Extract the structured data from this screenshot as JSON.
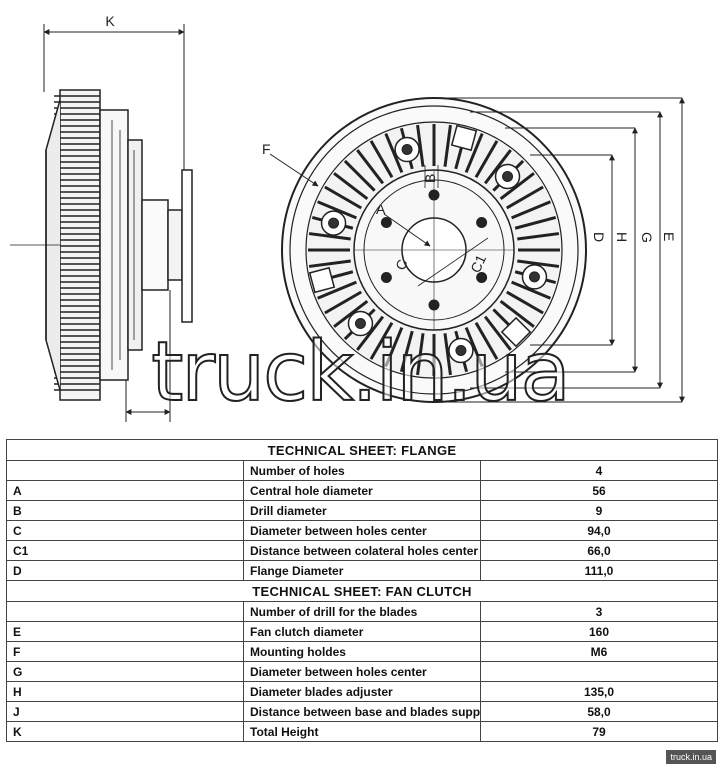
{
  "watermark": "truck.in.ua",
  "credit": "truck.in.ua",
  "drawing": {
    "dim_labels": {
      "k": "K",
      "f": "F",
      "a": "A",
      "b": "B",
      "c": "C",
      "c1": "C1",
      "d": "D",
      "h": "H",
      "g": "G",
      "e": "E"
    }
  },
  "flange": {
    "title": "TECHNICAL SHEET: FLANGE",
    "rows": [
      {
        "code": "",
        "description": "Number of holes",
        "value": "4"
      },
      {
        "code": "A",
        "description": "Central hole diameter",
        "value": "56"
      },
      {
        "code": "B",
        "description": "Drill diameter",
        "value": "9"
      },
      {
        "code": "C",
        "description": "Diameter between holes center",
        "value": "94,0"
      },
      {
        "code": "C1",
        "description": "Distance between colateral holes center",
        "value": "66,0"
      },
      {
        "code": "D",
        "description": "Flange Diameter",
        "value": "111,0"
      }
    ]
  },
  "fan_clutch": {
    "title": "TECHNICAL SHEET: FAN CLUTCH",
    "rows": [
      {
        "code": "",
        "description": "Number of drill for the blades",
        "value": "3"
      },
      {
        "code": "E",
        "description": "Fan clutch diameter",
        "value": "160"
      },
      {
        "code": "F",
        "description": "Mounting holdes",
        "value": "M6"
      },
      {
        "code": "G",
        "description": "Diameter between holes center",
        "value": ""
      },
      {
        "code": "H",
        "description": "Diameter blades adjuster",
        "value": "135,0"
      },
      {
        "code": "J",
        "description": "Distance between base and blades support",
        "value": "58,0"
      },
      {
        "code": "K",
        "description": "Total Height",
        "value": "79"
      }
    ]
  }
}
